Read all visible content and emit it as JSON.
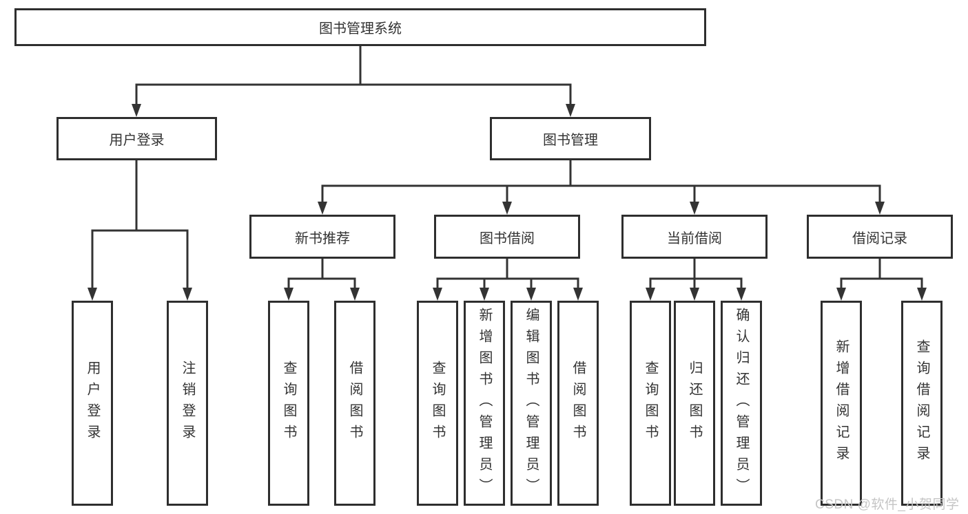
{
  "diagram": {
    "root": {
      "label": "图书管理系统"
    },
    "level1": [
      {
        "id": "user-login",
        "label": "用户登录",
        "children": [
          "用户登录",
          "注销登录"
        ]
      },
      {
        "id": "book-management",
        "label": "图书管理"
      }
    ],
    "level2": [
      {
        "id": "new-book-recommend",
        "label": "新书推荐",
        "children": [
          "查询图书",
          "借阅图书"
        ]
      },
      {
        "id": "book-borrow",
        "label": "图书借阅",
        "children": [
          "查询图书",
          "新增图书（管理员）",
          "编辑图书（管理员）",
          "借阅图书"
        ]
      },
      {
        "id": "current-borrow",
        "label": "当前借阅",
        "children": [
          "查询图书",
          "归还图书",
          "确认归还（管理员）"
        ]
      },
      {
        "id": "borrow-records",
        "label": "借阅记录",
        "children": [
          "新增借阅记录",
          "查询借阅记录"
        ]
      }
    ]
  },
  "watermark": "CSDN @软件_小贺同学",
  "colors": {
    "line": "#333333",
    "box_border": "#2e2e2e",
    "box_fill": "#ffffff",
    "text": "#333333",
    "watermark": "#c5c5c5",
    "background": "#ffffff"
  }
}
